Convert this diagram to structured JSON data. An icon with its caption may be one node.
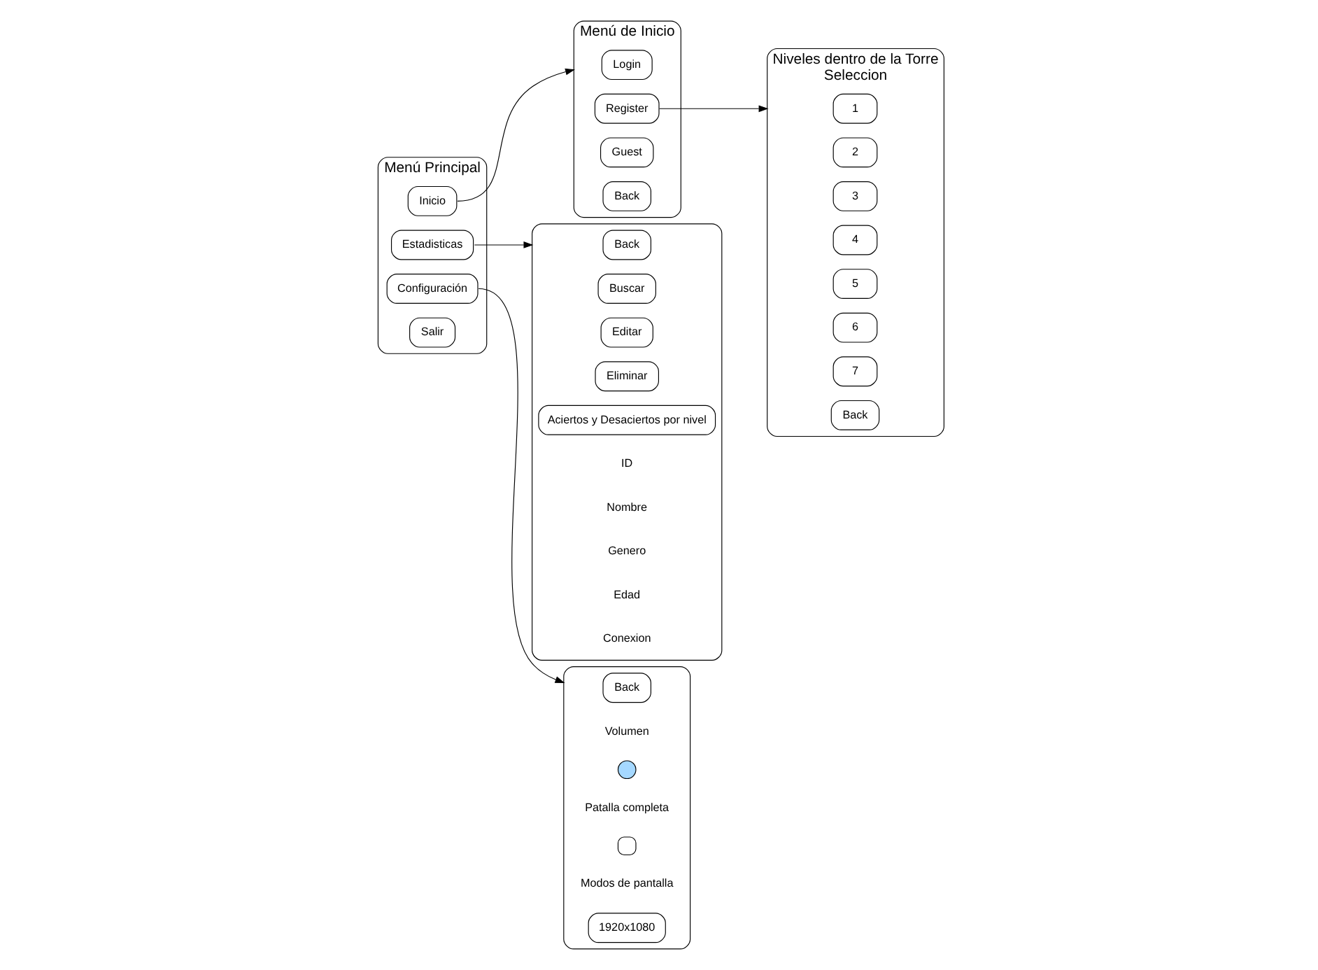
{
  "diagram": {
    "nodes": [
      {
        "text": [],
        "shape": "box"
      },
      {
        "text": [
          "Back"
        ],
        "in": 0
      },
      {
        "text": [],
        "shape": "circle",
        "in": 0
      },
      {
        "text": [],
        "shape": "box",
        "in": 0
      },
      {
        "text": [
          "1920x1080"
        ],
        "in": 0
      },
      {
        "text": [
          "Menú de Inicio"
        ]
      },
      {
        "text": [
          "Login"
        ],
        "in": 5
      },
      {
        "text": [
          "Register"
        ],
        "in": 5
      },
      {
        "text": [
          "Guest"
        ],
        "in": 5
      },
      {
        "text": [
          "Back"
        ],
        "in": 5
      },
      {
        "text": [
          "Niveles dentro de la Torre",
          "Seleccion"
        ]
      },
      {
        "text": [
          "1"
        ],
        "in": 10
      },
      {
        "text": [
          "2"
        ],
        "in": 10
      },
      {
        "text": [
          "3"
        ],
        "in": 10
      },
      {
        "text": [
          "4"
        ],
        "in": 10
      },
      {
        "text": [
          "5"
        ],
        "in": 10
      },
      {
        "text": [
          "6"
        ],
        "in": 10
      },
      {
        "text": [
          "7"
        ],
        "in": 10
      },
      {
        "text": [
          "Back"
        ],
        "in": 10
      },
      {
        "text": [
          "Menú Principal"
        ]
      },
      {
        "text": [
          "Inicio"
        ],
        "in": 19
      },
      {
        "text": [
          "Estadisticas"
        ],
        "in": 19
      },
      {
        "text": [
          "Configuración"
        ],
        "in": 19
      },
      {
        "text": [
          "Salir"
        ],
        "in": 19
      },
      {
        "text": [],
        "shape": "box"
      },
      {
        "text": [
          "Back"
        ],
        "in": 24
      },
      {
        "text": [
          "Buscar"
        ],
        "in": 24
      },
      {
        "text": [
          "Editar"
        ],
        "in": 24
      },
      {
        "text": [
          "Eliminar"
        ],
        "in": 24
      },
      {
        "text": [
          "Aciertos y Desaciertos por nivel"
        ],
        "in": 24
      }
    ],
    "edges": [
      {
        "from": 22,
        "to": 0,
        "arrow": "to"
      },
      {
        "from": 20,
        "to": 5,
        "arrow": "to"
      },
      {
        "from": 7,
        "to": 10,
        "arrow": "to"
      },
      {
        "from": 21,
        "to": 24,
        "arrow": "to"
      }
    ],
    "labels": [
      "Volumen",
      "Patalla completa",
      "Modos de pantalla",
      "ID",
      "Nombre",
      "Genero",
      "Edad",
      "Conexion"
    ]
  }
}
